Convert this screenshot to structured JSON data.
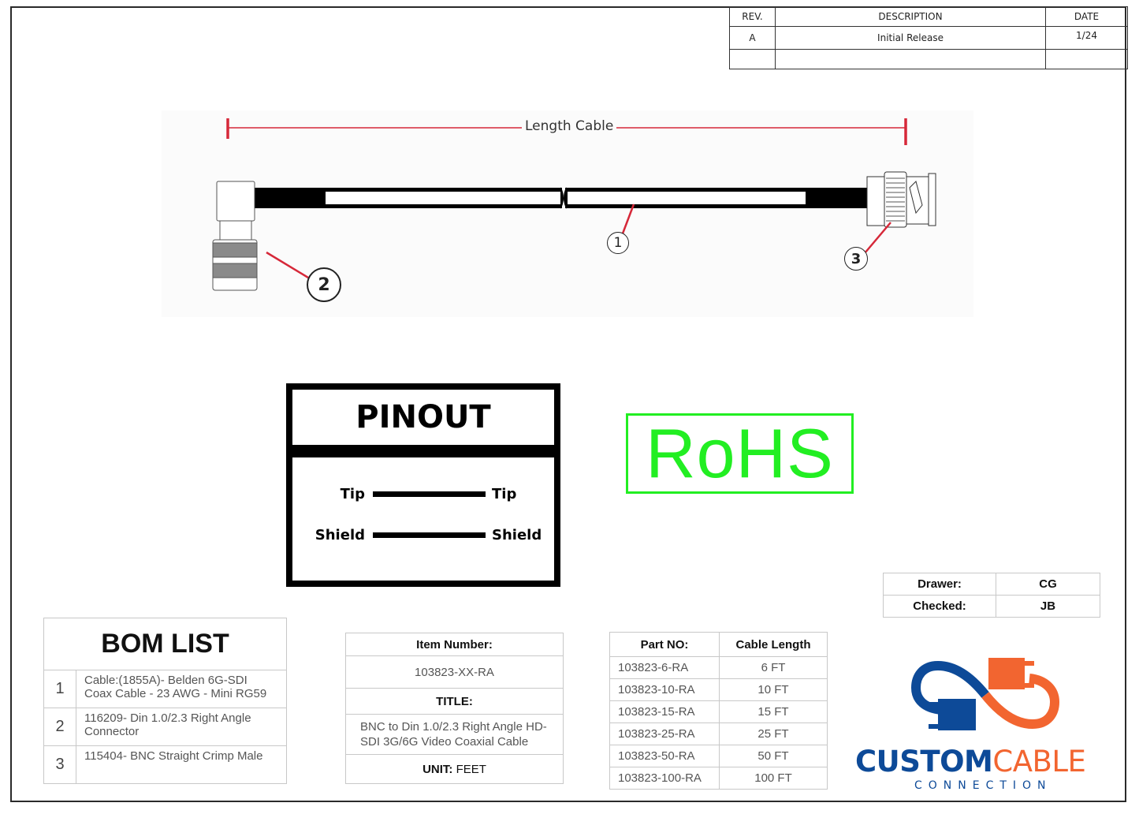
{
  "revision_table": {
    "headers": [
      "REV.",
      "DESCRIPTION",
      "DATE"
    ],
    "rows": [
      {
        "rev": "A",
        "description": "Initial Release",
        "date": "1/24"
      },
      {
        "rev": "",
        "description": "",
        "date": ""
      }
    ]
  },
  "drawing": {
    "dimension_label": "Length Cable",
    "dimension_color": "#d62839",
    "callouts": [
      "1",
      "2",
      "3"
    ]
  },
  "pinout": {
    "title": "PINOUT",
    "rows": [
      {
        "left": "Tip",
        "right": "Tip"
      },
      {
        "left": "Shield",
        "right": "Shield"
      }
    ]
  },
  "rohs": {
    "label": "RoHS",
    "color": "#22ee22"
  },
  "bom": {
    "title": "BOM LIST",
    "items": [
      {
        "num": "1",
        "desc_line1": "Cable:(1855A)- Belden 6G-SDI",
        "desc_line2": "Coax Cable - 23 AWG - Mini RG59"
      },
      {
        "num": "2",
        "desc_line1": "116209- Din 1.0/2.3 Right Angle",
        "desc_line2": "Connector"
      },
      {
        "num": "3",
        "desc_line1": "115404- BNC Straight Crimp Male",
        "desc_line2": ""
      }
    ]
  },
  "item_info": {
    "item_number_label": "Item Number:",
    "item_number": "103823-XX-RA",
    "title_label": "TITLE:",
    "title_line1": "BNC to Din 1.0/2.3 Right Angle HD-",
    "title_line2": "SDI 3G/6G Video Coaxial Cable",
    "unit_label": "UNIT:",
    "unit_value": "FEET"
  },
  "parts_table": {
    "headers": [
      "Part NO:",
      "Cable Length"
    ],
    "rows": [
      {
        "part": "103823-6-RA",
        "length": "6 FT"
      },
      {
        "part": "103823-10-RA",
        "length": "10 FT"
      },
      {
        "part": "103823-15-RA",
        "length": "15 FT"
      },
      {
        "part": "103823-25-RA",
        "length": "25 FT"
      },
      {
        "part": "103823-50-RA",
        "length": "50 FT"
      },
      {
        "part": "103823-100-RA",
        "length": "100 FT"
      }
    ]
  },
  "signoff": {
    "drawer_label": "Drawer:",
    "drawer": "CG",
    "checked_label": "Checked:",
    "checked": "JB"
  },
  "logo": {
    "word1": "CUSTOM",
    "word2": "CABLE",
    "subtitle": "CONNECTION",
    "blue": "#0d4a98",
    "orange": "#f26530"
  }
}
